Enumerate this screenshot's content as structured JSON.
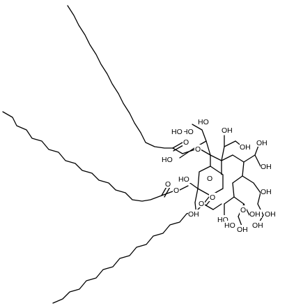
{
  "labels": {
    "O_ring": "O",
    "O_ester_top": "O",
    "O_ester_mid": "O",
    "O_ester_low": "O",
    "O_carbonyl_top": "O",
    "O_carbonyl_mid": "O",
    "O_carbonyl_low": "O",
    "O_ring2": "O",
    "HO_1": "HO",
    "HO_2": "HO",
    "HO_3": "HO",
    "HO_4": "HO",
    "HO_5": "HO",
    "OH_6": "OH",
    "OH_7": "OH",
    "OH_8": "OH",
    "OH_9": "OH",
    "OH_10": "OH",
    "OH_11": "OH",
    "OH_12": "OH",
    "HO_13": "HO",
    "OH_14": "OH",
    "OH_15": "OH",
    "HO_16": "HO",
    "OH_17": "OH"
  }
}
